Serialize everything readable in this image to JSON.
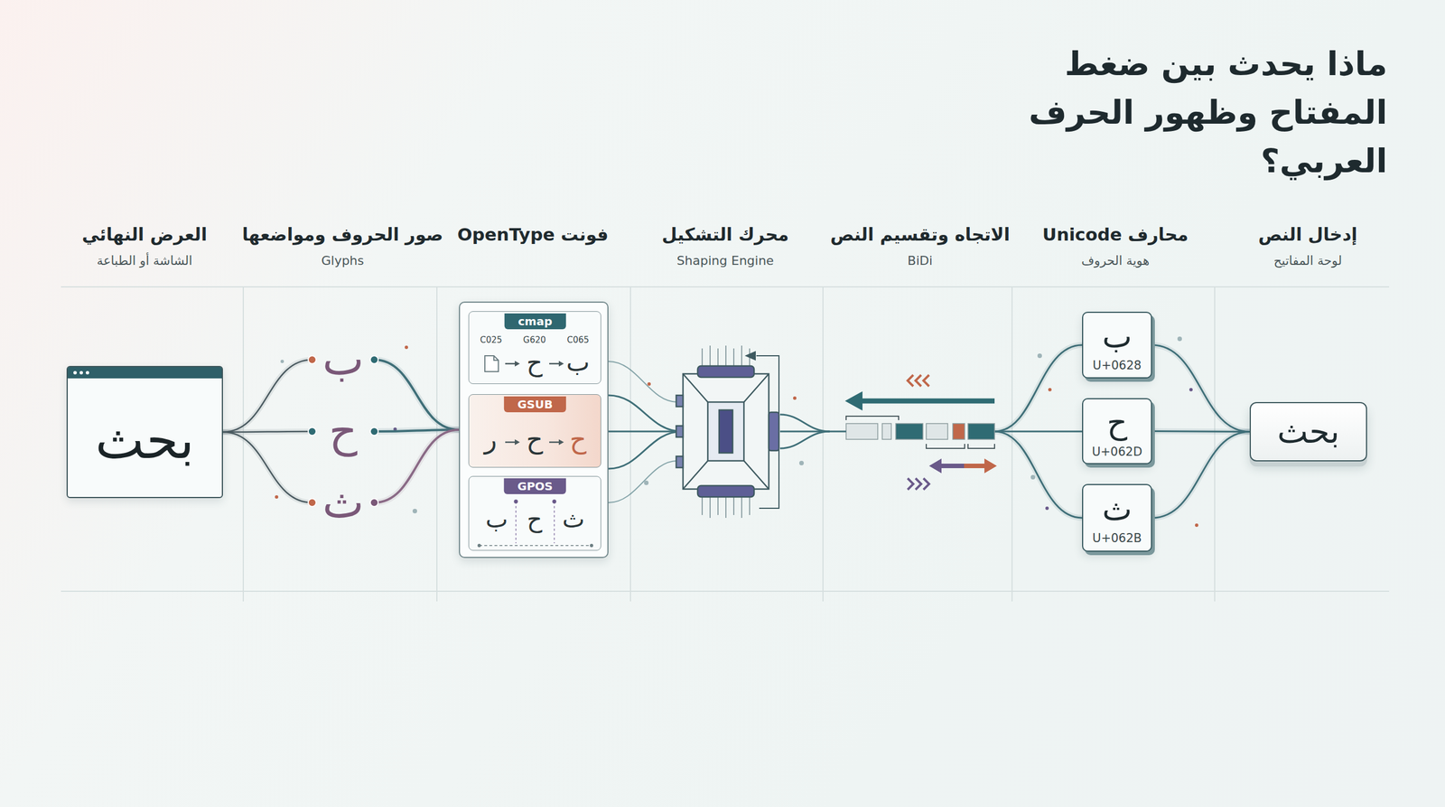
{
  "diagram": {
    "title": "ماذا يحدث بين ضغط المفتاح وظهور الحرف العربي؟",
    "nodes": [
      {
        "text": [
          "بحث"
        ]
      },
      {
        "text": [
          "ب",
          "U+0628"
        ]
      },
      {
        "text": [
          "ح",
          "U+062D"
        ]
      },
      {
        "text": [
          "ث",
          "U+062B"
        ]
      },
      {
        "text": []
      },
      {
        "text": [
          "cmap",
          "C025",
          "G620",
          "C065",
          "ح",
          "ب"
        ],
        "in": 4
      },
      {
        "text": [
          "GSUB",
          "ر",
          "ح",
          "ح"
        ],
        "in": 4
      },
      {
        "text": [
          "GPOS",
          "ب",
          "ح",
          "ث"
        ],
        "in": 4
      },
      {
        "text": [
          "ب"
        ]
      },
      {
        "text": [
          "ح"
        ]
      },
      {
        "text": [
          "ث"
        ]
      },
      {
        "text": [
          "بحث"
        ]
      }
    ],
    "edges": [
      {
        "from": 0,
        "to": 1,
        "arrow": "none"
      },
      {
        "from": 0,
        "to": 2,
        "arrow": "none"
      },
      {
        "from": 0,
        "to": 3,
        "arrow": "none"
      },
      {
        "from": 4,
        "to": 8,
        "arrow": "none"
      },
      {
        "from": 4,
        "to": 9,
        "arrow": "none"
      },
      {
        "from": 4,
        "to": 10,
        "arrow": "none"
      },
      {
        "from": 8,
        "to": 11,
        "arrow": "none"
      },
      {
        "from": 9,
        "to": 11,
        "arrow": "none"
      },
      {
        "from": 10,
        "to": 11,
        "arrow": "none"
      }
    ],
    "labels": [
      "إدخال النص",
      "لوحة المفاتيح",
      "محارف Unicode",
      "هوية الحروف",
      "الاتجاه وتقسيم النص",
      "BiDi",
      "محرك التشكيل",
      "Shaping Engine",
      "فونت OpenType",
      "صور الحروف ومواضعها",
      "Glyphs",
      "العرض النهائي",
      "الشاشة أو الطباعة"
    ]
  }
}
